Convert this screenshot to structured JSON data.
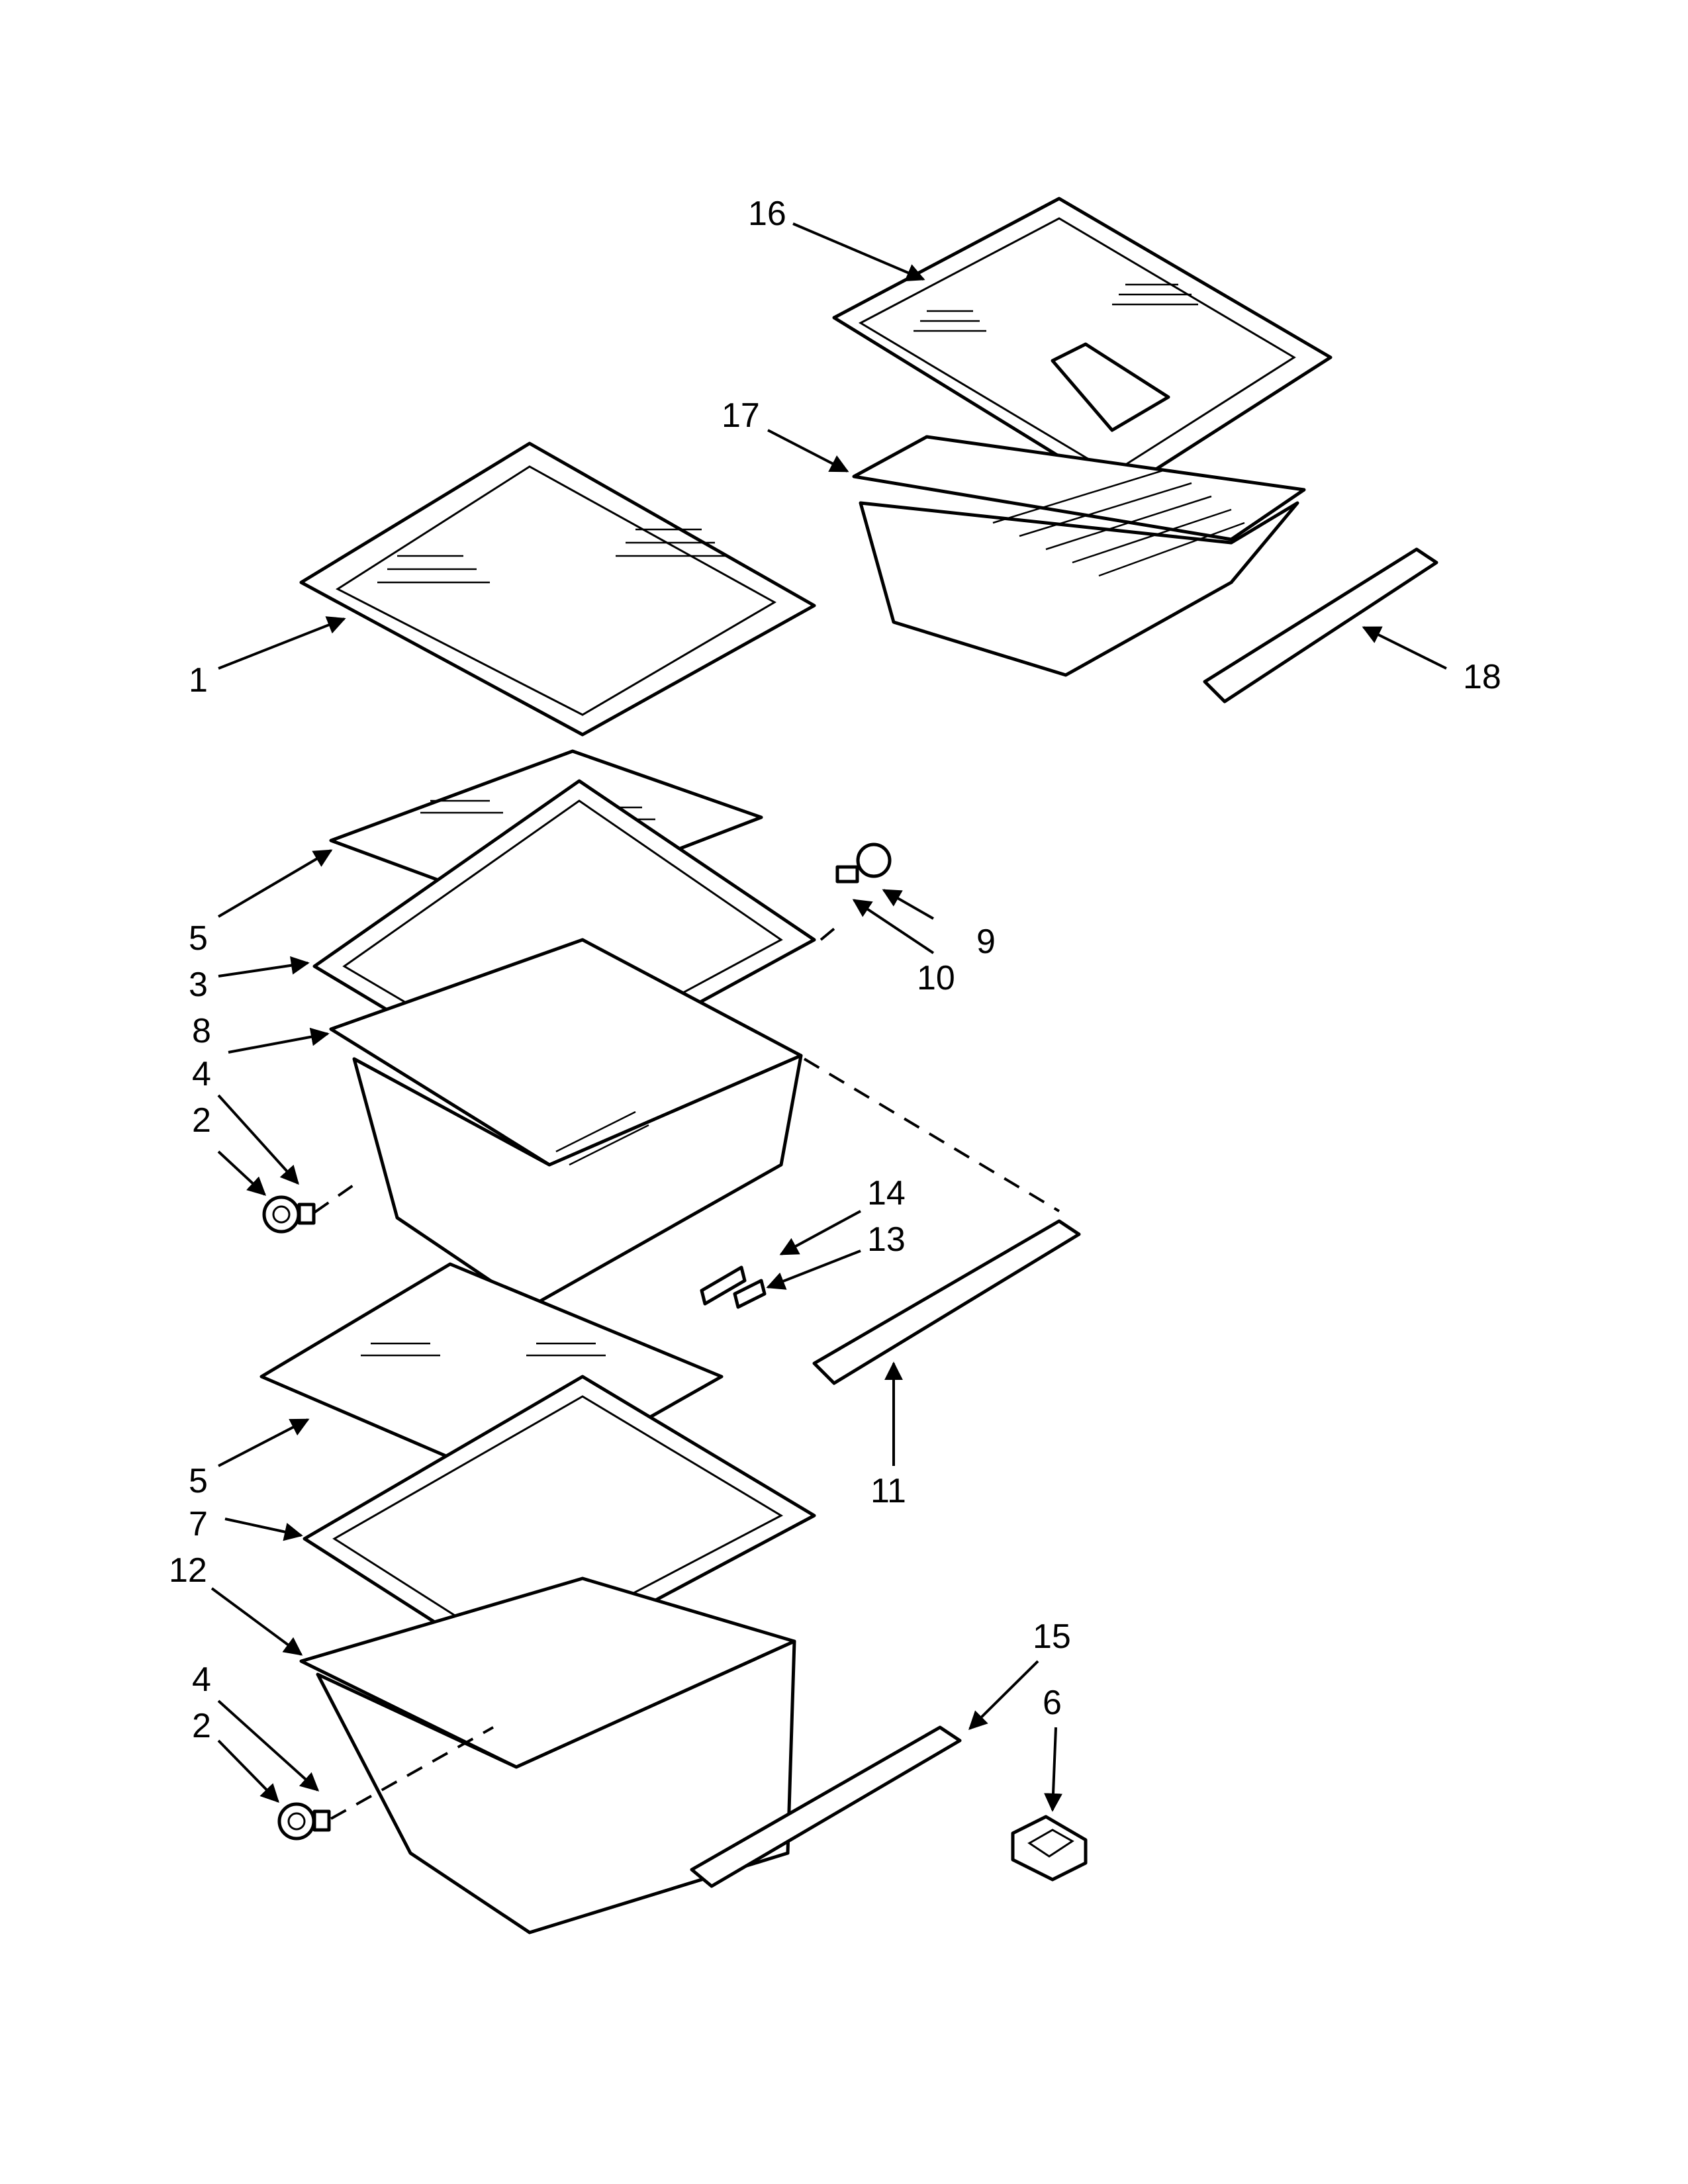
{
  "callouts": {
    "c1": "1",
    "c2a": "2",
    "c2b": "2",
    "c3": "3",
    "c4a": "4",
    "c4b": "4",
    "c5a": "5",
    "c5b": "5",
    "c6": "6",
    "c7": "7",
    "c8": "8",
    "c9": "9",
    "c10": "10",
    "c11": "11",
    "c12": "12",
    "c13": "13",
    "c14": "14",
    "c15": "15",
    "c16": "16",
    "c17": "17",
    "c18": "18"
  }
}
